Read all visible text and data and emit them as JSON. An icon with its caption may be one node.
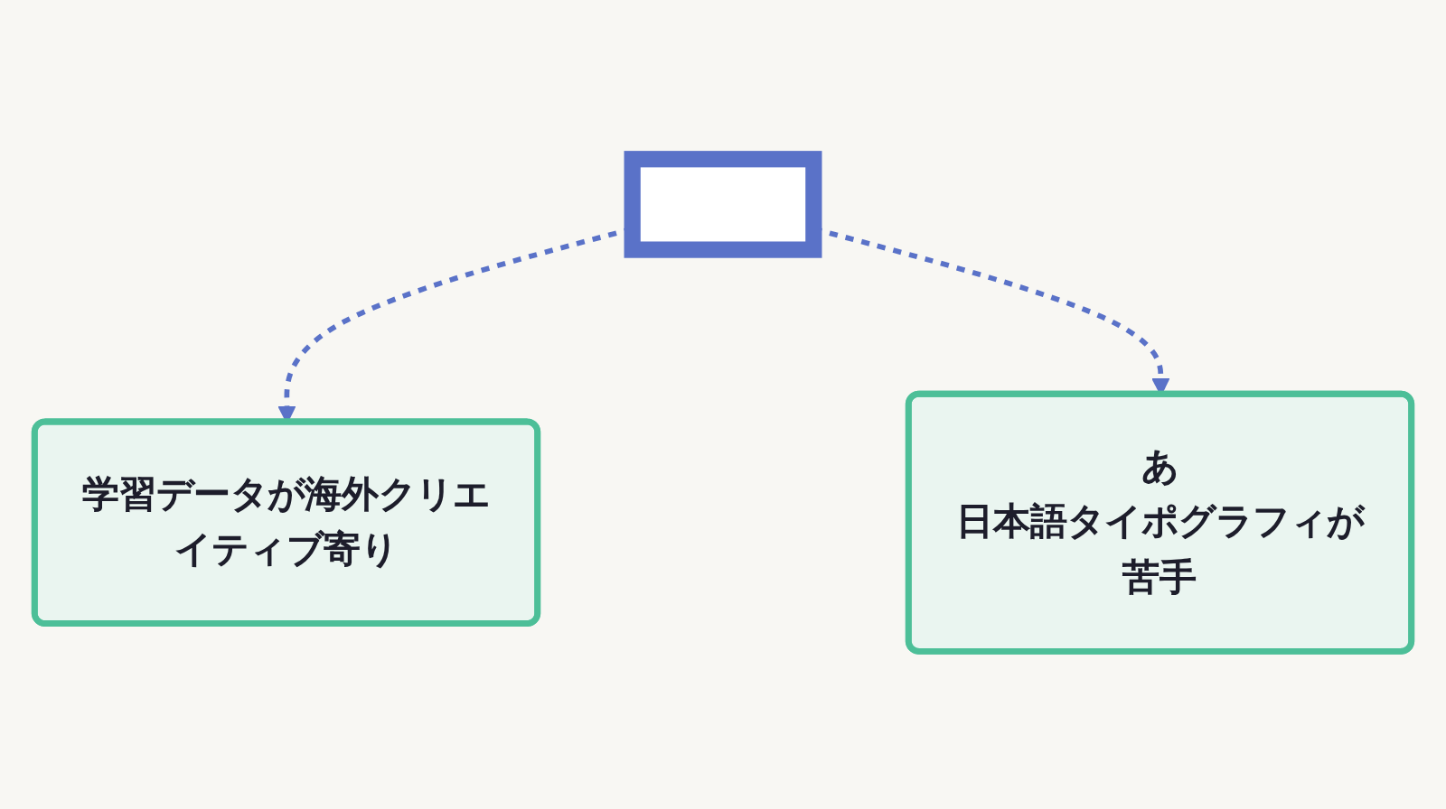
{
  "diagram": {
    "nodes": [
      {
        "text": [],
        "shape": "box"
      },
      {
        "text": [
          "学習データが海外クリエイティブ寄り"
        ]
      },
      {
        "text": [
          "あ",
          "日本語タイポグラフィが苦手"
        ]
      }
    ],
    "edges": [
      {
        "from": 0,
        "to": 1,
        "arrow": "to",
        "style": "dashed"
      },
      {
        "from": 0,
        "to": 2,
        "arrow": "to",
        "style": "dashed"
      }
    ]
  }
}
